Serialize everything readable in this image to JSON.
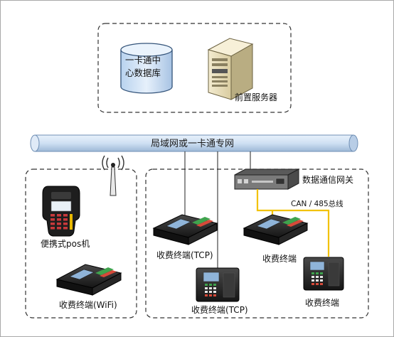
{
  "database_label_line1": "一卡通中",
  "database_label_line2": "心数据库",
  "server_label": "前置服务器",
  "network_bus_label": "局域网或一卡通专网",
  "gateway_label": "数据通信网关",
  "can_bus_label": "CAN / 485总线",
  "portable_pos_label": "便携式pos机",
  "terminal_wifi_label": "收费终端(WiFi)",
  "terminal_tcp_1_label": "收费终端(TCP)",
  "terminal_tcp_2_label": "收费终端(TCP)",
  "terminal_can_1_label": "收费终端",
  "terminal_can_2_label": "收费终端",
  "colors": {
    "bus_fill": "#cfe0f3",
    "bus_stroke": "#6f8fb5",
    "can_line": "#f2c200",
    "dashed_border": "#333333",
    "device_dark": "#2a2a2a"
  }
}
